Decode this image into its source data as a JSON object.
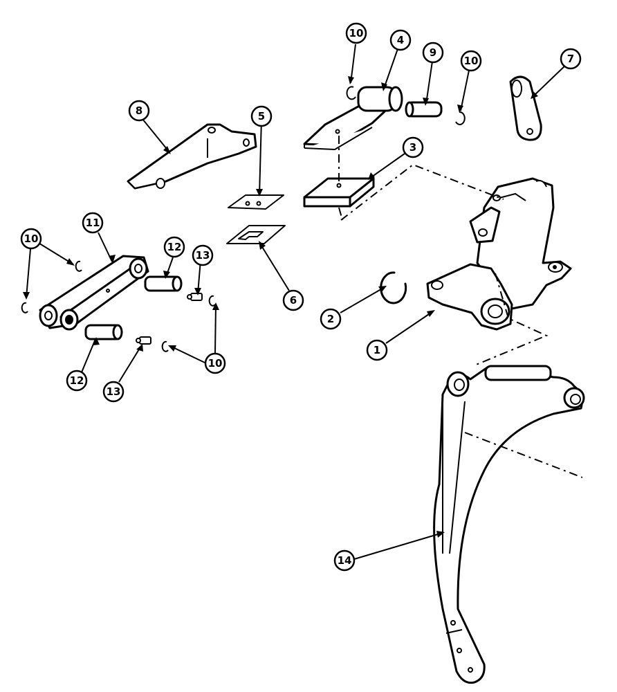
{
  "callouts": [
    {
      "id": "c1",
      "label": "1"
    },
    {
      "id": "c2",
      "label": "2"
    },
    {
      "id": "c3",
      "label": "3"
    },
    {
      "id": "c4",
      "label": "4"
    },
    {
      "id": "c5",
      "label": "5"
    },
    {
      "id": "c6",
      "label": "6"
    },
    {
      "id": "c7",
      "label": "7"
    },
    {
      "id": "c8",
      "label": "8"
    },
    {
      "id": "c9",
      "label": "9"
    },
    {
      "id": "c10a",
      "label": "10"
    },
    {
      "id": "c10b",
      "label": "10"
    },
    {
      "id": "c10c",
      "label": "10"
    },
    {
      "id": "c10d",
      "label": "10"
    },
    {
      "id": "c11",
      "label": "11"
    },
    {
      "id": "c12a",
      "label": "12"
    },
    {
      "id": "c12b",
      "label": "12"
    },
    {
      "id": "c13a",
      "label": "13"
    },
    {
      "id": "c13b",
      "label": "13"
    },
    {
      "id": "c14",
      "label": "14"
    }
  ]
}
